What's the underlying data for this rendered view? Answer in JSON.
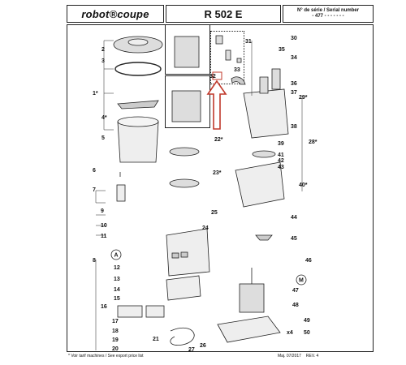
{
  "header": {
    "brand": "robot®coupe",
    "model": "R 502 E",
    "serial_label": "N° de série / Serial number",
    "serial_value": "- 477 - - - - -   - -"
  },
  "highlight": {
    "part": "32",
    "color": "#c0392b"
  },
  "callouts": {
    "p1": "1*",
    "p2": "2",
    "p3": "3",
    "p4": "4*",
    "p5": "5",
    "p6": "6",
    "p7": "7",
    "p8": "8",
    "p9": "9",
    "p10": "10",
    "p11": "11",
    "p12": "12",
    "p13": "13",
    "p14": "14",
    "p15": "15",
    "p16": "16",
    "p17": "17",
    "p18": "18",
    "p19": "19",
    "p20": "20",
    "p21": "21",
    "p22": "22*",
    "p23": "23*",
    "p24": "24",
    "p25": "25",
    "p26": "26",
    "p27": "27",
    "p28": "28*",
    "p29": "29*",
    "p30": "30",
    "p31": "31",
    "p32": "32",
    "p33": "33",
    "p34": "34",
    "p35": "35",
    "p36": "36",
    "p37": "37",
    "p38": "38",
    "p39": "39",
    "p40": "40*",
    "p41": "41",
    "p42": "42",
    "p43": "43",
    "p44": "44",
    "p45": "45",
    "p46": "46",
    "p47": "47",
    "p48": "48",
    "p49": "49",
    "p50": "50",
    "x4": "x4",
    "circleA": "A",
    "circleM": "M"
  },
  "footer": {
    "note": "* Voir tarif machines / See export price list",
    "date": "Maj. 07/2017",
    "rev": "REV. 4"
  }
}
